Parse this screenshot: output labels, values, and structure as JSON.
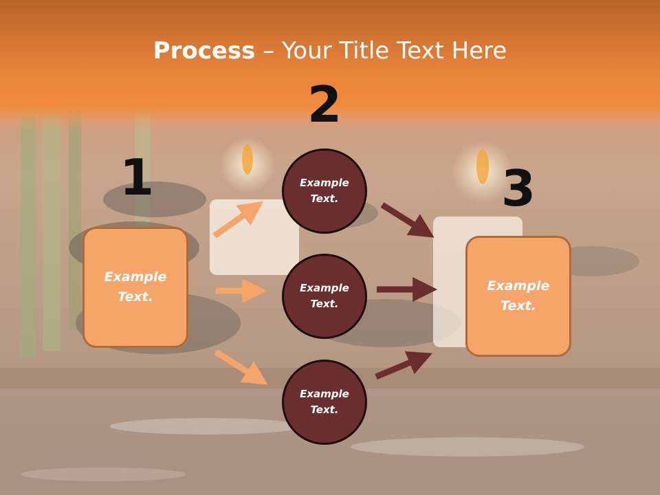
{
  "title": {
    "bold": "Process",
    "dash": " – ",
    "rest": "Your Title Text Here"
  },
  "steps": {
    "one": "1",
    "two": "2",
    "three": "3"
  },
  "left_box": {
    "line1": "Example",
    "line2": "Text."
  },
  "right_box": {
    "line1": "Example",
    "line2": "Text."
  },
  "circles": [
    {
      "line1": "Example",
      "line2": "Text."
    },
    {
      "line1": "Example",
      "line2": "Text."
    },
    {
      "line1": "Example",
      "line2": "Text."
    }
  ],
  "colors": {
    "banner": "#e9843b",
    "box_fill": "#f5a46a",
    "box_border": "#b06a36",
    "circle_fill": "#6b2e2e",
    "circle_border": "#1e0c0c",
    "arrow_light": "#f5a46a",
    "arrow_dark": "#6b2e2e"
  }
}
